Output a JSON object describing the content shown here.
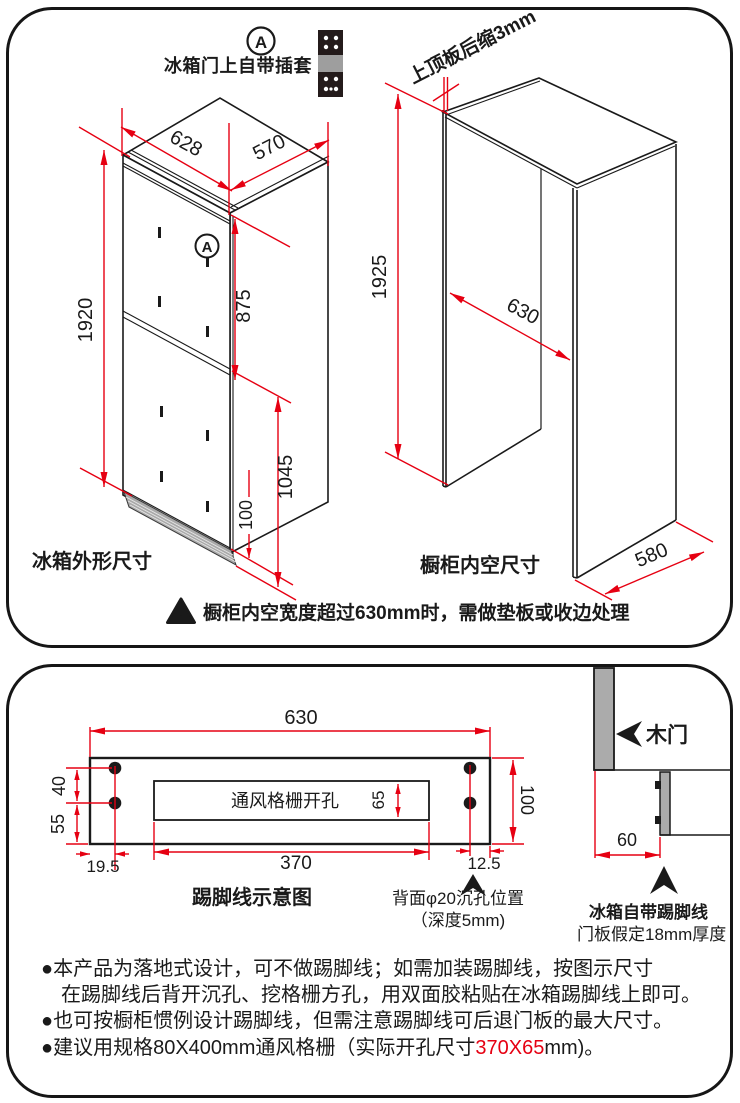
{
  "top_section": {
    "plug_note": {
      "badge": "A",
      "text": "冰箱门上自带插套"
    },
    "fridge": {
      "label": "冰箱外形尺寸",
      "door_badge": "A",
      "dim_width": "628",
      "dim_depth": "570",
      "dim_height": "1920",
      "dim_upper": "875",
      "dim_lower": "1045",
      "dim_base": "100"
    },
    "cabinet": {
      "label": "橱柜内空尺寸",
      "top_note": "上顶板后缩3mm",
      "dim_height": "1925",
      "dim_width": "630",
      "dim_depth": "580"
    },
    "warning": "橱柜内空宽度超过630mm时，需做垫板或收边处理"
  },
  "bottom_section": {
    "kickboard": {
      "title": "踢脚线示意图",
      "grille_label": "通风格栅开孔",
      "dim_total_width": "630",
      "dim_grille_width": "370",
      "dim_grille_height": "65",
      "dim_height": "100",
      "dim_hole_top": "40",
      "dim_hole_mid": "55",
      "dim_left_offset": "19.5",
      "dim_right_offset": "12.5",
      "hole_note_line1": "背面φ20沉孔位置",
      "hole_note_line2": "（深度5mm)"
    },
    "side_view": {
      "wood_door_label": "木门",
      "dim_setback": "60",
      "fridge_kick_label": "冰箱自带踢脚线",
      "thickness_note": "门板假定18mm厚度"
    },
    "notes": {
      "line1": "●本产品为落地式设计，可不做踢脚线；如需加装踢脚线，按图示尺寸",
      "line2": "在踢脚线后背开沉孔、挖格栅方孔，用双面胶粘贴在冰箱踢脚线上即可。",
      "line3": "●也可按橱柜惯例设计踢脚线，但需注意踢脚线可后退门板的最大尺寸。",
      "line4_prefix": "●建议用规格80X400mm通风格栅（实际开孔尺寸",
      "line4_red": "370X65",
      "line4_suffix": "mm)。"
    }
  },
  "colors": {
    "dim_red": "#e60012",
    "ink": "#1a1a1a",
    "gray_bar": "#ababab"
  }
}
